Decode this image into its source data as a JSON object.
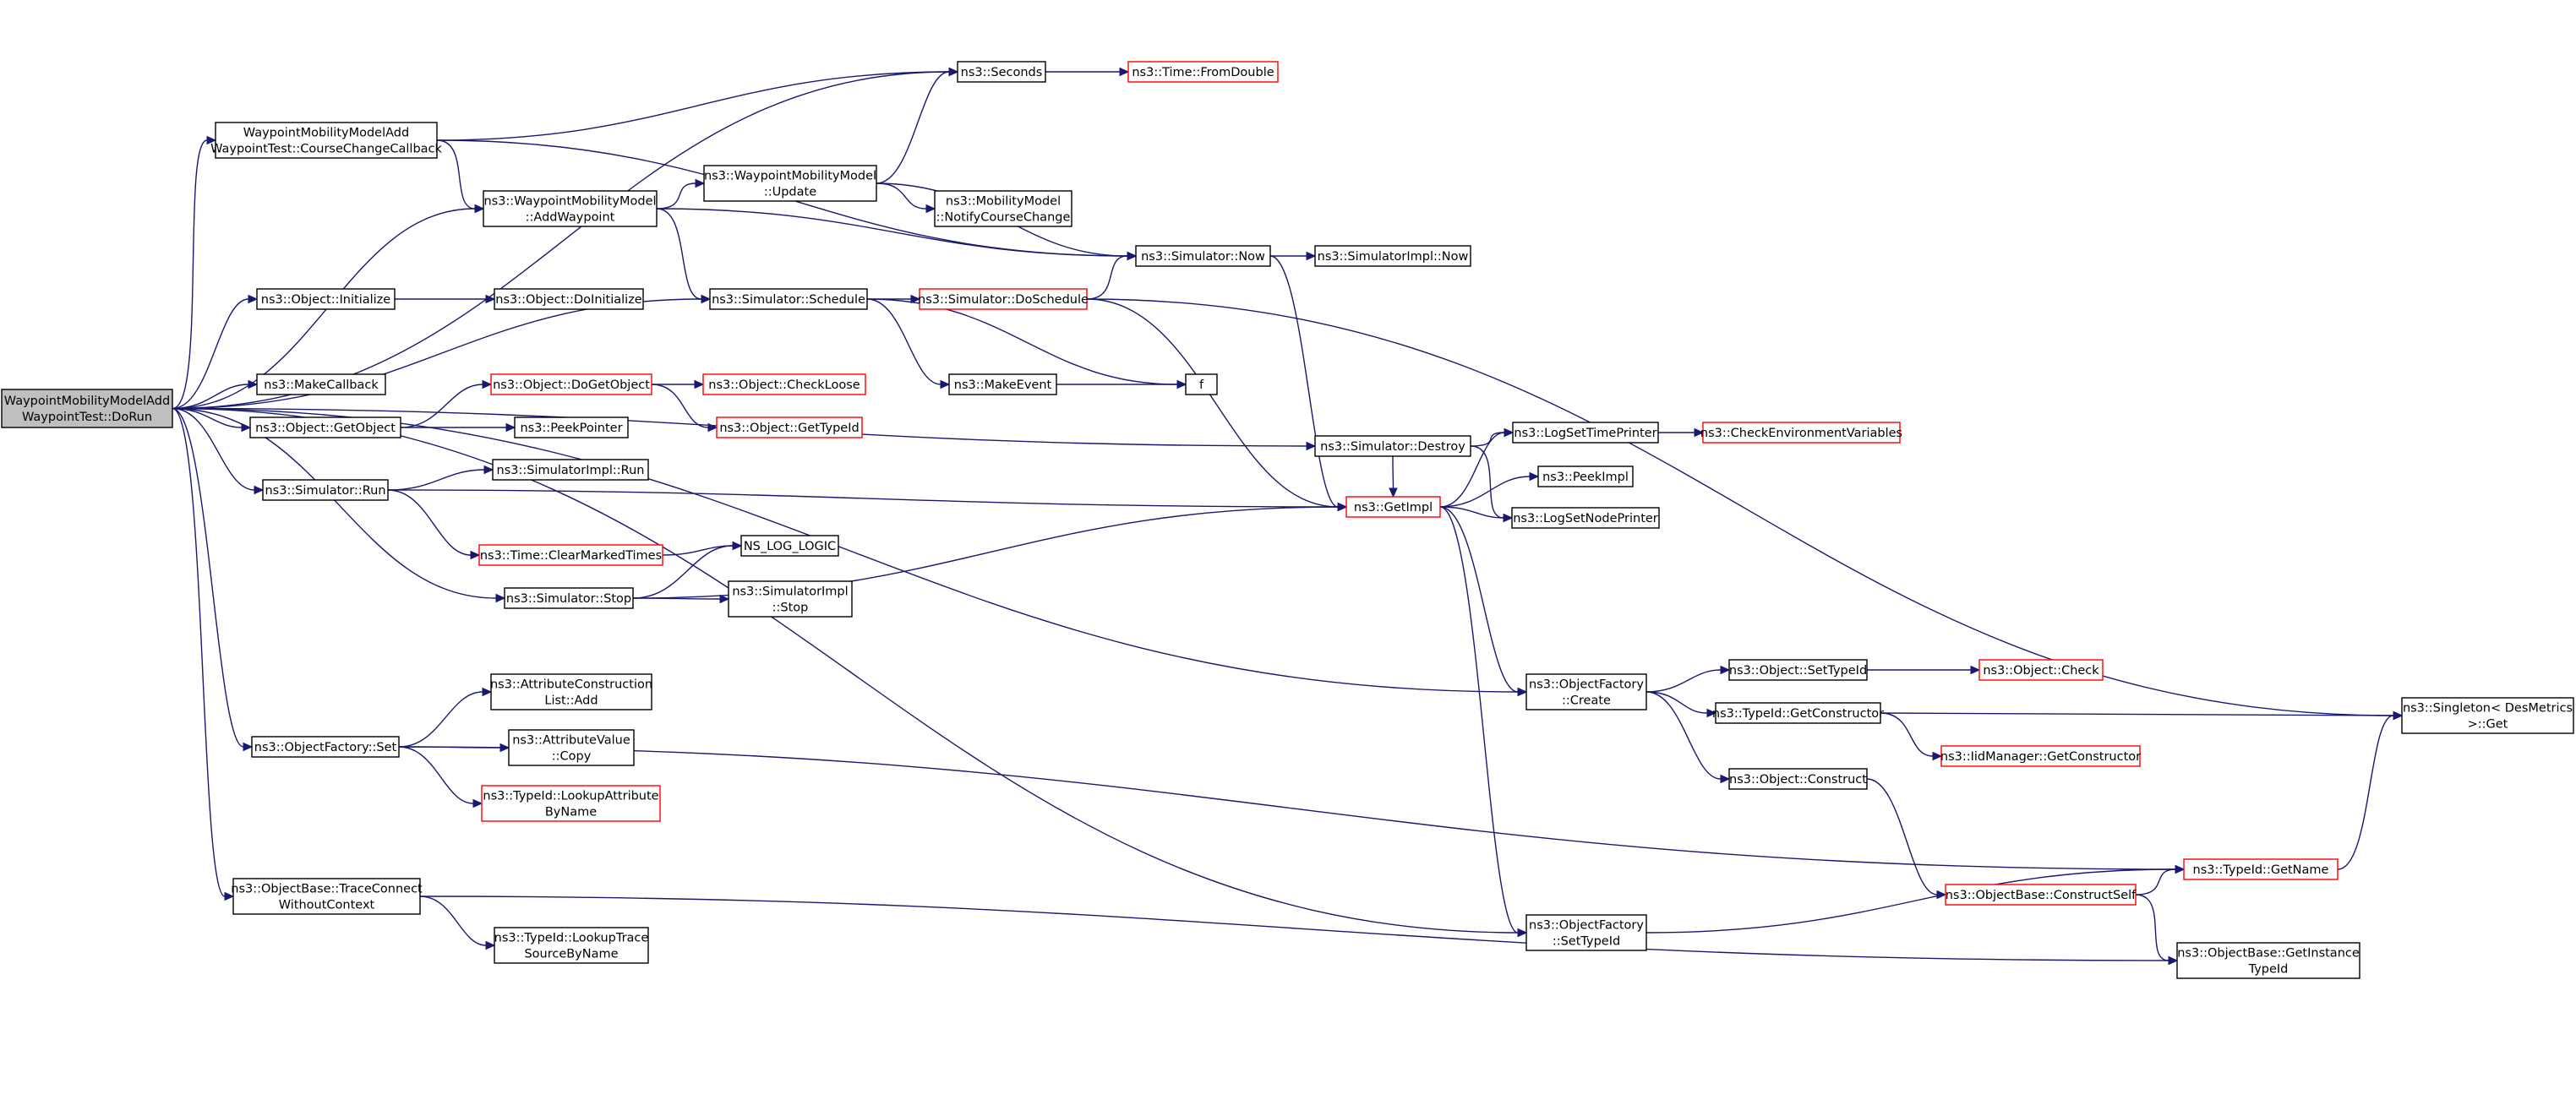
{
  "colors": {
    "edge": "#191970",
    "node_border": "#000000",
    "node_border_external": "#ff0000",
    "root_fill": "#bfbfbf",
    "node_fill": "#ffffff"
  },
  "nodes": [
    {
      "id": "root",
      "lines": [
        "WaypointMobilityModelAdd",
        "WaypointTest::DoRun"
      ],
      "kind": "root"
    },
    {
      "id": "seconds",
      "lines": [
        "ns3::Seconds"
      ],
      "kind": "normal"
    },
    {
      "id": "fromdouble",
      "lines": [
        "ns3::Time::FromDouble"
      ],
      "kind": "external"
    },
    {
      "id": "coursecb",
      "lines": [
        "WaypointMobilityModelAdd",
        "WaypointTest::CourseChangeCallback"
      ],
      "kind": "normal"
    },
    {
      "id": "addwp",
      "lines": [
        "ns3::WaypointMobilityModel",
        "::AddWaypoint"
      ],
      "kind": "normal"
    },
    {
      "id": "update",
      "lines": [
        "ns3::WaypointMobilityModel",
        "::Update"
      ],
      "kind": "normal"
    },
    {
      "id": "notify",
      "lines": [
        "ns3::MobilityModel",
        "::NotifyCourseChange"
      ],
      "kind": "normal"
    },
    {
      "id": "simnow",
      "lines": [
        "ns3::Simulator::Now"
      ],
      "kind": "normal"
    },
    {
      "id": "implnow",
      "lines": [
        "ns3::SimulatorImpl::Now"
      ],
      "kind": "normal"
    },
    {
      "id": "objinit",
      "lines": [
        "ns3::Object::Initialize"
      ],
      "kind": "normal"
    },
    {
      "id": "doinit",
      "lines": [
        "ns3::Object::DoInitialize"
      ],
      "kind": "normal"
    },
    {
      "id": "schedule",
      "lines": [
        "ns3::Simulator::Schedule"
      ],
      "kind": "normal"
    },
    {
      "id": "doschedule",
      "lines": [
        "ns3::Simulator::DoSchedule"
      ],
      "kind": "external"
    },
    {
      "id": "makecb",
      "lines": [
        "ns3::MakeCallback"
      ],
      "kind": "normal"
    },
    {
      "id": "dogetobj",
      "lines": [
        "ns3::Object::DoGetObject"
      ],
      "kind": "external"
    },
    {
      "id": "checkloose",
      "lines": [
        "ns3::Object::CheckLoose"
      ],
      "kind": "external"
    },
    {
      "id": "makeevent",
      "lines": [
        "ns3::MakeEvent"
      ],
      "kind": "normal"
    },
    {
      "id": "f",
      "lines": [
        "f"
      ],
      "kind": "normal"
    },
    {
      "id": "getobject",
      "lines": [
        "ns3::Object::GetObject"
      ],
      "kind": "normal"
    },
    {
      "id": "gettypeid",
      "lines": [
        "ns3::Object::GetTypeId"
      ],
      "kind": "external"
    },
    {
      "id": "peekptr",
      "lines": [
        "ns3::PeekPointer"
      ],
      "kind": "normal"
    },
    {
      "id": "destroy",
      "lines": [
        "ns3::Simulator::Destroy"
      ],
      "kind": "normal"
    },
    {
      "id": "logtime",
      "lines": [
        "ns3::LogSetTimePrinter"
      ],
      "kind": "normal"
    },
    {
      "id": "checkenv",
      "lines": [
        "ns3::CheckEnvironmentVariables"
      ],
      "kind": "external"
    },
    {
      "id": "simrun",
      "lines": [
        "ns3::Simulator::Run"
      ],
      "kind": "normal"
    },
    {
      "id": "implrun",
      "lines": [
        "ns3::SimulatorImpl::Run"
      ],
      "kind": "normal"
    },
    {
      "id": "peekimpl",
      "lines": [
        "ns3::PeekImpl"
      ],
      "kind": "normal"
    },
    {
      "id": "getimpl",
      "lines": [
        "ns3::GetImpl"
      ],
      "kind": "external"
    },
    {
      "id": "lognode",
      "lines": [
        "ns3::LogSetNodePrinter"
      ],
      "kind": "normal"
    },
    {
      "id": "clearmarked",
      "lines": [
        "ns3::Time::ClearMarkedTimes"
      ],
      "kind": "external"
    },
    {
      "id": "nslog",
      "lines": [
        "NS_LOG_LOGIC"
      ],
      "kind": "normal"
    },
    {
      "id": "simstop",
      "lines": [
        "ns3::Simulator::Stop"
      ],
      "kind": "normal"
    },
    {
      "id": "implstop",
      "lines": [
        "ns3::SimulatorImpl",
        "::Stop"
      ],
      "kind": "normal"
    },
    {
      "id": "objcheck",
      "lines": [
        "ns3::Object::Check"
      ],
      "kind": "external"
    },
    {
      "id": "settypeid",
      "lines": [
        "ns3::Object::SetTypeId"
      ],
      "kind": "normal"
    },
    {
      "id": "attrlistadd",
      "lines": [
        "ns3::AttributeConstruction",
        "List::Add"
      ],
      "kind": "normal"
    },
    {
      "id": "ofcreate",
      "lines": [
        "ns3::ObjectFactory",
        "::Create"
      ],
      "kind": "normal"
    },
    {
      "id": "singleton",
      "lines": [
        "ns3::Singleton< DesMetrics",
        " >::Get"
      ],
      "kind": "normal"
    },
    {
      "id": "getctor",
      "lines": [
        "ns3::TypeId::GetConstructor"
      ],
      "kind": "normal"
    },
    {
      "id": "attrcopy",
      "lines": [
        "ns3::AttributeValue",
        "::Copy"
      ],
      "kind": "normal"
    },
    {
      "id": "ofset",
      "lines": [
        "ns3::ObjectFactory::Set"
      ],
      "kind": "normal"
    },
    {
      "id": "iidctor",
      "lines": [
        "ns3::IidManager::GetConstructor"
      ],
      "kind": "external"
    },
    {
      "id": "lookupattr",
      "lines": [
        "ns3::TypeId::LookupAttribute",
        "ByName"
      ],
      "kind": "external"
    },
    {
      "id": "construct",
      "lines": [
        "ns3::Object::Construct"
      ],
      "kind": "normal"
    },
    {
      "id": "getname",
      "lines": [
        "ns3::TypeId::GetName"
      ],
      "kind": "external"
    },
    {
      "id": "traceconnect",
      "lines": [
        "ns3::ObjectBase::TraceConnect",
        "WithoutContext"
      ],
      "kind": "normal"
    },
    {
      "id": "constructself",
      "lines": [
        "ns3::ObjectBase::ConstructSelf"
      ],
      "kind": "external"
    },
    {
      "id": "oftypeid",
      "lines": [
        "ns3::ObjectFactory",
        "::SetTypeId"
      ],
      "kind": "normal"
    },
    {
      "id": "lookuptrace",
      "lines": [
        "ns3::TypeId::LookupTrace",
        "SourceByName"
      ],
      "kind": "normal"
    },
    {
      "id": "getinstance",
      "lines": [
        "ns3::ObjectBase::GetInstance",
        "TypeId"
      ],
      "kind": "normal"
    }
  ],
  "edges": [
    [
      "root",
      "seconds"
    ],
    [
      "root",
      "coursecb"
    ],
    [
      "root",
      "addwp"
    ],
    [
      "root",
      "objinit"
    ],
    [
      "root",
      "schedule"
    ],
    [
      "root",
      "makecb"
    ],
    [
      "root",
      "getobject"
    ],
    [
      "root",
      "destroy"
    ],
    [
      "root",
      "simrun"
    ],
    [
      "root",
      "simstop"
    ],
    [
      "root",
      "ofcreate"
    ],
    [
      "root",
      "ofset"
    ],
    [
      "root",
      "traceconnect"
    ],
    [
      "root",
      "oftypeid"
    ],
    [
      "seconds",
      "fromdouble"
    ],
    [
      "coursecb",
      "seconds"
    ],
    [
      "coursecb",
      "addwp"
    ],
    [
      "coursecb",
      "simnow"
    ],
    [
      "addwp",
      "update"
    ],
    [
      "addwp",
      "simnow"
    ],
    [
      "addwp",
      "schedule"
    ],
    [
      "update",
      "seconds"
    ],
    [
      "update",
      "notify"
    ],
    [
      "update",
      "simnow"
    ],
    [
      "simnow",
      "implnow"
    ],
    [
      "simnow",
      "getimpl"
    ],
    [
      "objinit",
      "doinit"
    ],
    [
      "schedule",
      "doschedule"
    ],
    [
      "schedule",
      "makeevent"
    ],
    [
      "schedule",
      "f"
    ],
    [
      "doschedule",
      "simnow"
    ],
    [
      "doschedule",
      "getimpl"
    ],
    [
      "doschedule",
      "singleton"
    ],
    [
      "makeevent",
      "f"
    ],
    [
      "getobject",
      "dogetobj"
    ],
    [
      "getobject",
      "peekptr"
    ],
    [
      "dogetobj",
      "checkloose"
    ],
    [
      "dogetobj",
      "gettypeid"
    ],
    [
      "destroy",
      "getimpl"
    ],
    [
      "destroy",
      "logtime"
    ],
    [
      "destroy",
      "lognode"
    ],
    [
      "logtime",
      "checkenv"
    ],
    [
      "simrun",
      "implrun"
    ],
    [
      "simrun",
      "getimpl"
    ],
    [
      "simrun",
      "clearmarked"
    ],
    [
      "clearmarked",
      "nslog"
    ],
    [
      "getimpl",
      "logtime"
    ],
    [
      "getimpl",
      "peekimpl"
    ],
    [
      "getimpl",
      "lognode"
    ],
    [
      "getimpl",
      "ofcreate"
    ],
    [
      "getimpl",
      "oftypeid"
    ],
    [
      "simstop",
      "nslog"
    ],
    [
      "simstop",
      "implstop"
    ],
    [
      "simstop",
      "getimpl"
    ],
    [
      "ofcreate",
      "settypeid"
    ],
    [
      "ofcreate",
      "getctor"
    ],
    [
      "ofcreate",
      "construct"
    ],
    [
      "settypeid",
      "objcheck"
    ],
    [
      "getctor",
      "singleton"
    ],
    [
      "getctor",
      "iidctor"
    ],
    [
      "ofset",
      "attrlistadd"
    ],
    [
      "ofset",
      "attrcopy"
    ],
    [
      "ofset",
      "lookupattr"
    ],
    [
      "ofset",
      "getname"
    ],
    [
      "construct",
      "constructself"
    ],
    [
      "constructself",
      "getname"
    ],
    [
      "constructself",
      "getinstance"
    ],
    [
      "getname",
      "singleton"
    ],
    [
      "traceconnect",
      "lookuptrace"
    ],
    [
      "traceconnect",
      "getinstance"
    ],
    [
      "oftypeid",
      "getname"
    ]
  ]
}
